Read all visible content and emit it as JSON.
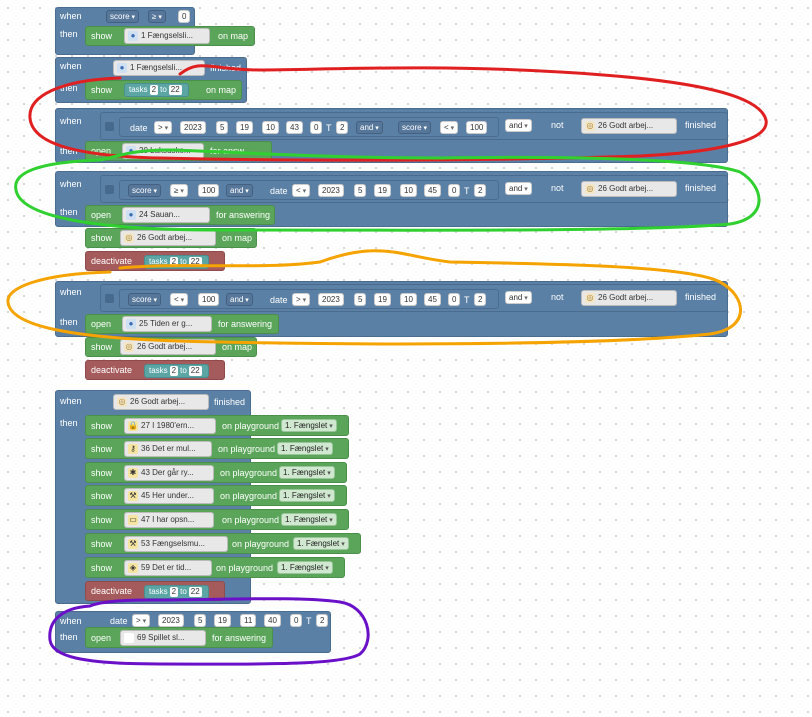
{
  "keywords": {
    "when": "when",
    "then": "then",
    "show": "show",
    "open": "open",
    "deactivate": "deactivate",
    "on_map": "on map",
    "finished": "finished",
    "for_answering": "for answering",
    "on_playground": "on playground",
    "and": "and",
    "not": "not",
    "tasks": "tasks",
    "to": "to",
    "T": "T",
    "score": "score",
    "date": "date"
  },
  "b1": {
    "op": "≥",
    "value": "0",
    "ref": "1 Fængselsli..."
  },
  "b2": {
    "ref": "1 Fængselsli...",
    "tasks_from": "2",
    "tasks_to": "22"
  },
  "b3": {
    "op1": ">",
    "year": "2023",
    "month": "5",
    "day": "19",
    "hour": "10",
    "min": "43",
    "sec": "0",
    "tz": "2",
    "op2": "<",
    "score_val": "100",
    "not_ref": "26 Godt arbej...",
    "partial_ref": "20 Luksuske...",
    "partial_action": "for answ..."
  },
  "b4": {
    "op1": "≥",
    "score_val": "100",
    "op2": "<",
    "year": "2023",
    "month": "5",
    "day": "19",
    "hour": "10",
    "min": "45",
    "sec": "0",
    "tz": "2",
    "not_ref": "26 Godt arbej...",
    "open_ref": "24 Sauan...",
    "show_ref": "26 Godt arbej...",
    "t_from": "2",
    "t_to": "22"
  },
  "b5": {
    "op1": "<",
    "score_val": "100",
    "op2": ">",
    "year": "2023",
    "month": "5",
    "day": "19",
    "hour": "10",
    "min": "45",
    "sec": "0",
    "tz": "2",
    "not_ref": "26 Godt arbej...",
    "open_ref": "25 Tiden er g...",
    "show_ref": "26 Godt arbej...",
    "t_from": "2",
    "t_to": "22"
  },
  "b6": {
    "ref": "26 Godt arbej...",
    "playground": "1. Fængslet",
    "items": [
      "27 I 1980'ern...",
      "36 Det er mul...",
      "43 Der går ry...",
      "45 Her under...",
      "47 I har opsn...",
      "53 Fængselsmu...",
      "59 Det er tid..."
    ],
    "t_from": "2",
    "t_to": "22"
  },
  "b7": {
    "op": ">",
    "year": "2023",
    "month": "5",
    "day": "19",
    "hour": "11",
    "min": "40",
    "sec": "0",
    "tz": "2",
    "open_ref": "69 Spillet sl..."
  },
  "colors": {
    "event_blue": "#5b80a5",
    "action_green": "#5ba55b",
    "deactivate_red": "#a55b5b",
    "tasks_teal": "#5ba5a5",
    "circle_red": "#e02020",
    "circle_green": "#30d030",
    "circle_orange": "#f5a300",
    "circle_purple": "#6a10c8"
  }
}
